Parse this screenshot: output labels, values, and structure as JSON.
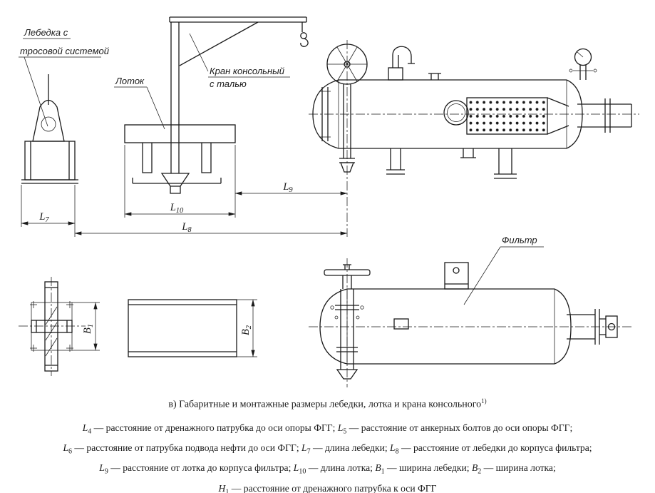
{
  "drawing": {
    "labels": {
      "winch_label_1": "Лебедка с",
      "winch_label_2": "тросовой системой",
      "tray_label": "Лоток",
      "crane_label_1": "Кран консольный",
      "crane_label_2": "с талью",
      "filter_label": "Фильтр"
    },
    "dims": {
      "L7": {
        "base": "L",
        "sub": "7"
      },
      "L8": {
        "base": "L",
        "sub": "8"
      },
      "L9": {
        "base": "L",
        "sub": "9"
      },
      "L10": {
        "base": "L",
        "sub": "10"
      },
      "B1": {
        "base": "B",
        "sub": "1"
      },
      "B2": {
        "base": "B",
        "sub": "2"
      }
    }
  },
  "caption": {
    "text": "в) Габаритные и монтажные размеры лебедки, лотка и крана консольного",
    "footnote_marker": "1)"
  },
  "legend": {
    "lines": [
      [
        {
          "var": "L",
          "sub": "4"
        },
        {
          "text": " — расстояние от дренажного патрубка до оси опоры ФГГ; "
        },
        {
          "var": "L",
          "sub": "5"
        },
        {
          "text": " — расстояние от анкерных болтов до оси опоры ФГГ;"
        }
      ],
      [
        {
          "var": "L",
          "sub": "6"
        },
        {
          "text": " — расстояние от патрубка подвода нефти до оси ФГГ; "
        },
        {
          "var": "L",
          "sub": "7"
        },
        {
          "text": " — длина лебедки; "
        },
        {
          "var": "L",
          "sub": "8"
        },
        {
          "text": " — расстояние от лебедки до корпуса фильтра;"
        }
      ],
      [
        {
          "var": "L",
          "sub": "9"
        },
        {
          "text": " — расстояние от лотка до корпуса фильтра; "
        },
        {
          "var": "L",
          "sub": "10"
        },
        {
          "text": " — длина лотка; "
        },
        {
          "var": "B",
          "sub": "1"
        },
        {
          "text": " — ширина лебедки; "
        },
        {
          "var": "B",
          "sub": "2"
        },
        {
          "text": " — ширина лотка;"
        }
      ],
      [
        {
          "var": "H",
          "sub": "1"
        },
        {
          "text": " — расстояние от дренажного патрубка к оси ФГГ"
        }
      ]
    ]
  },
  "colors": {
    "line": "#1a1a1a",
    "background": "#ffffff"
  }
}
